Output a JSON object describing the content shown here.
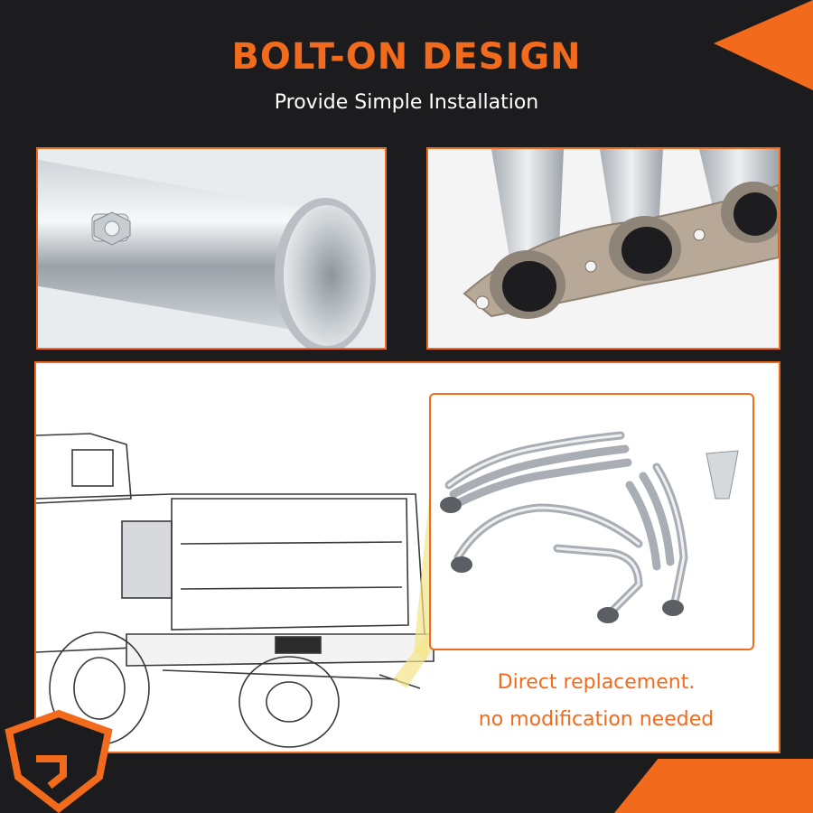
{
  "header": {
    "title": "BOLT-ON DESIGN",
    "subtitle": "Provide Simple Installation"
  },
  "callout": {
    "line1": "Direct replacement.",
    "line2": "no modification needed"
  },
  "colors": {
    "accent": "#f26a1b",
    "background": "#1c1c1e"
  }
}
